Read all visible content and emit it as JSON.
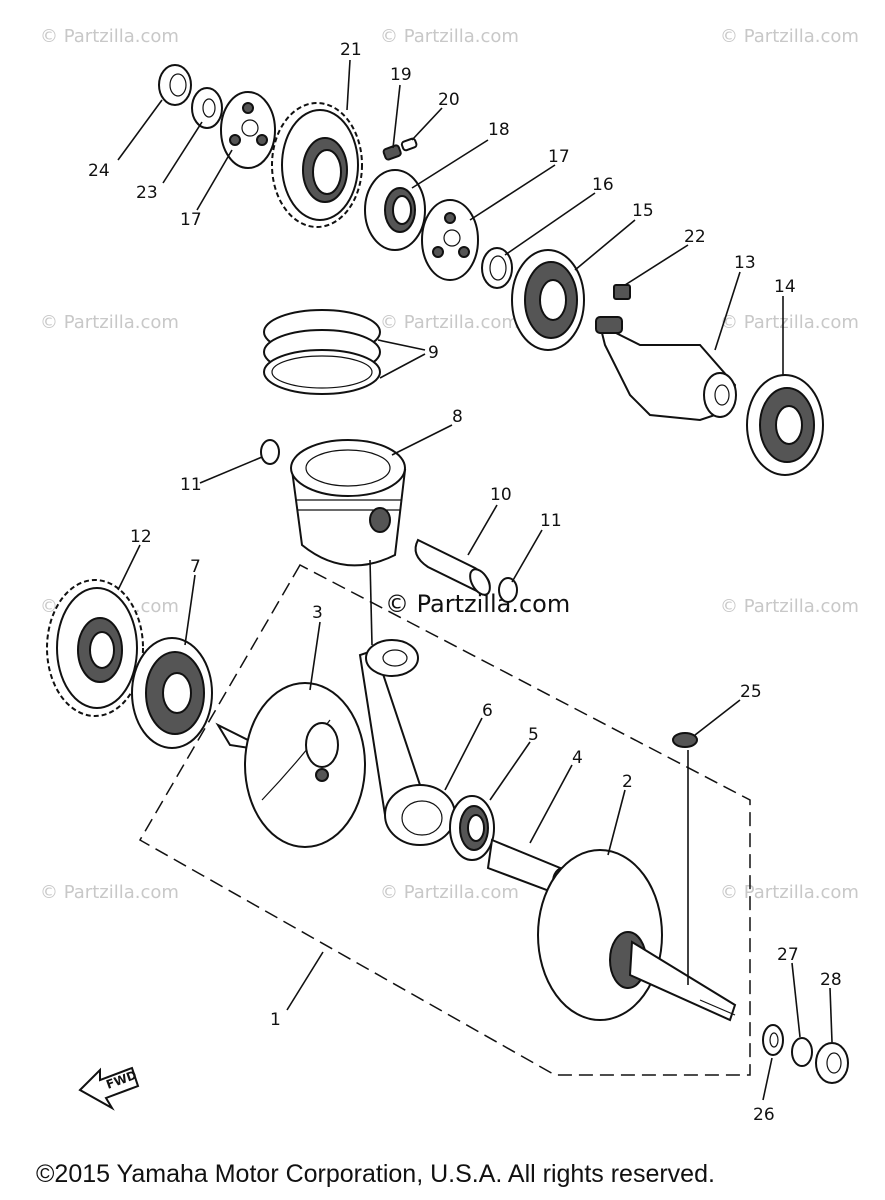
{
  "watermark": "© Partzilla.com",
  "watermark_center": "© Partzilla.com",
  "copyright": "©2015 Yamaha Motor Corporation, U.S.A. All rights reserved.",
  "fwd_label": "FWD",
  "callouts": {
    "p1": "1",
    "p2": "2",
    "p3": "3",
    "p4": "4",
    "p5": "5",
    "p6": "6",
    "p7": "7",
    "p8": "8",
    "p9": "9",
    "p10": "10",
    "p11a": "11",
    "p11b": "11",
    "p12": "12",
    "p13": "13",
    "p14": "14",
    "p15": "15",
    "p16": "16",
    "p17a": "17",
    "p17b": "17",
    "p18": "18",
    "p19": "19",
    "p20": "20",
    "p21": "21",
    "p22": "22",
    "p23": "23",
    "p24": "24",
    "p25": "25",
    "p26": "26",
    "p27": "27",
    "p28": "28"
  }
}
